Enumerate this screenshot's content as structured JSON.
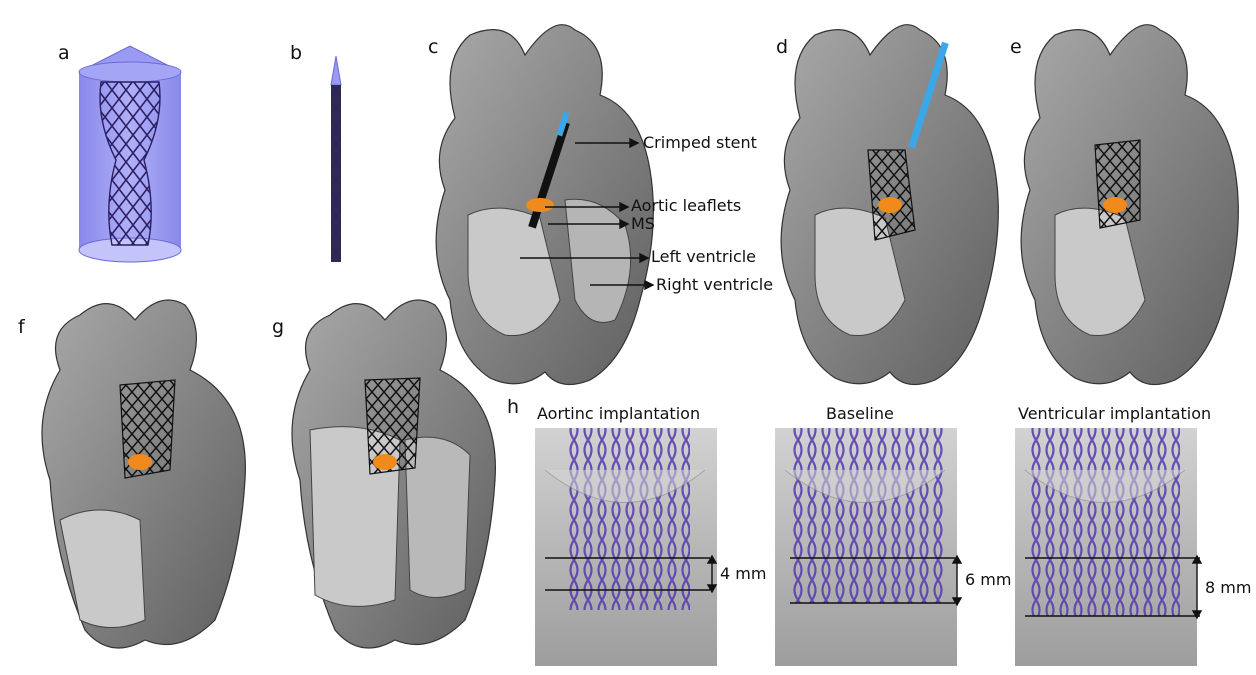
{
  "panels": {
    "a": "a",
    "b": "b",
    "c": "c",
    "d": "d",
    "e": "e",
    "f": "f",
    "g": "g",
    "h": "h"
  },
  "callouts": {
    "crimped_stent": "Crimped stent",
    "aortic_leaflets": "Aortic leaflets",
    "ms": "MS",
    "left_ventricle": "Left ventricle",
    "right_ventricle": "Right ventricle"
  },
  "h_titles": {
    "aortic": "Aortinc implantation",
    "baseline": "Baseline",
    "ventricular": "Ventricular implantation"
  },
  "dimensions": {
    "aortic": "4 mm",
    "baseline": "6 mm",
    "ventricular": "8 mm"
  },
  "colors": {
    "stent_purple": "#3d2a7a",
    "cylinder_blue": "#8e8ef0",
    "heart_gray": "#8c8c8c",
    "leaflet_orange": "#f08a1c",
    "catheter_blue": "#3aa7e8"
  }
}
